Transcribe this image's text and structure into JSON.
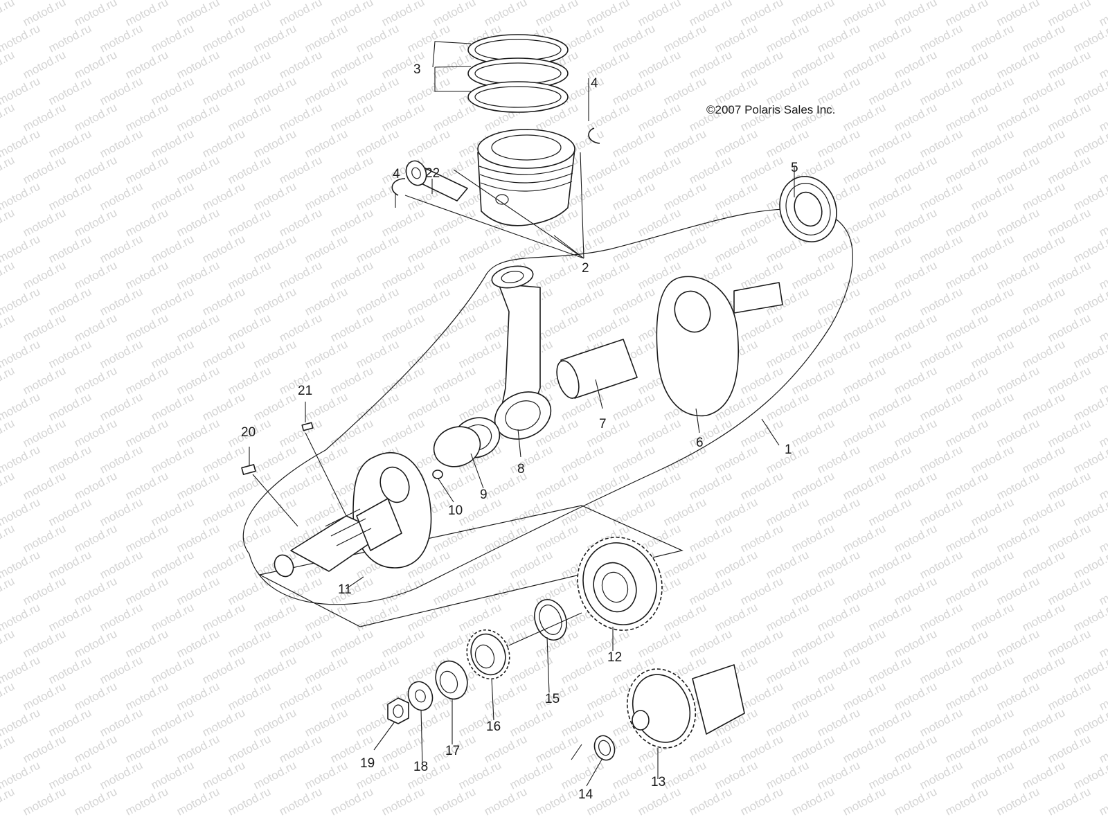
{
  "copyright": "©2007  Polaris Sales Inc.",
  "watermark": "motod.ru",
  "callouts": {
    "c1": "1",
    "c2": "2",
    "c3": "3",
    "c4a": "4",
    "c4b": "4",
    "c5": "5",
    "c6": "6",
    "c7": "7",
    "c8": "8",
    "c9": "9",
    "c10": "10",
    "c11": "11",
    "c12": "12",
    "c13": "13",
    "c14": "14",
    "c15": "15",
    "c16": "16",
    "c17": "17",
    "c18": "18",
    "c19": "19",
    "c20": "20",
    "c21": "21",
    "c22": "22"
  },
  "colors": {
    "line": "#1a1a1a",
    "watermark": "#d4d4d4",
    "background": "#ffffff"
  }
}
